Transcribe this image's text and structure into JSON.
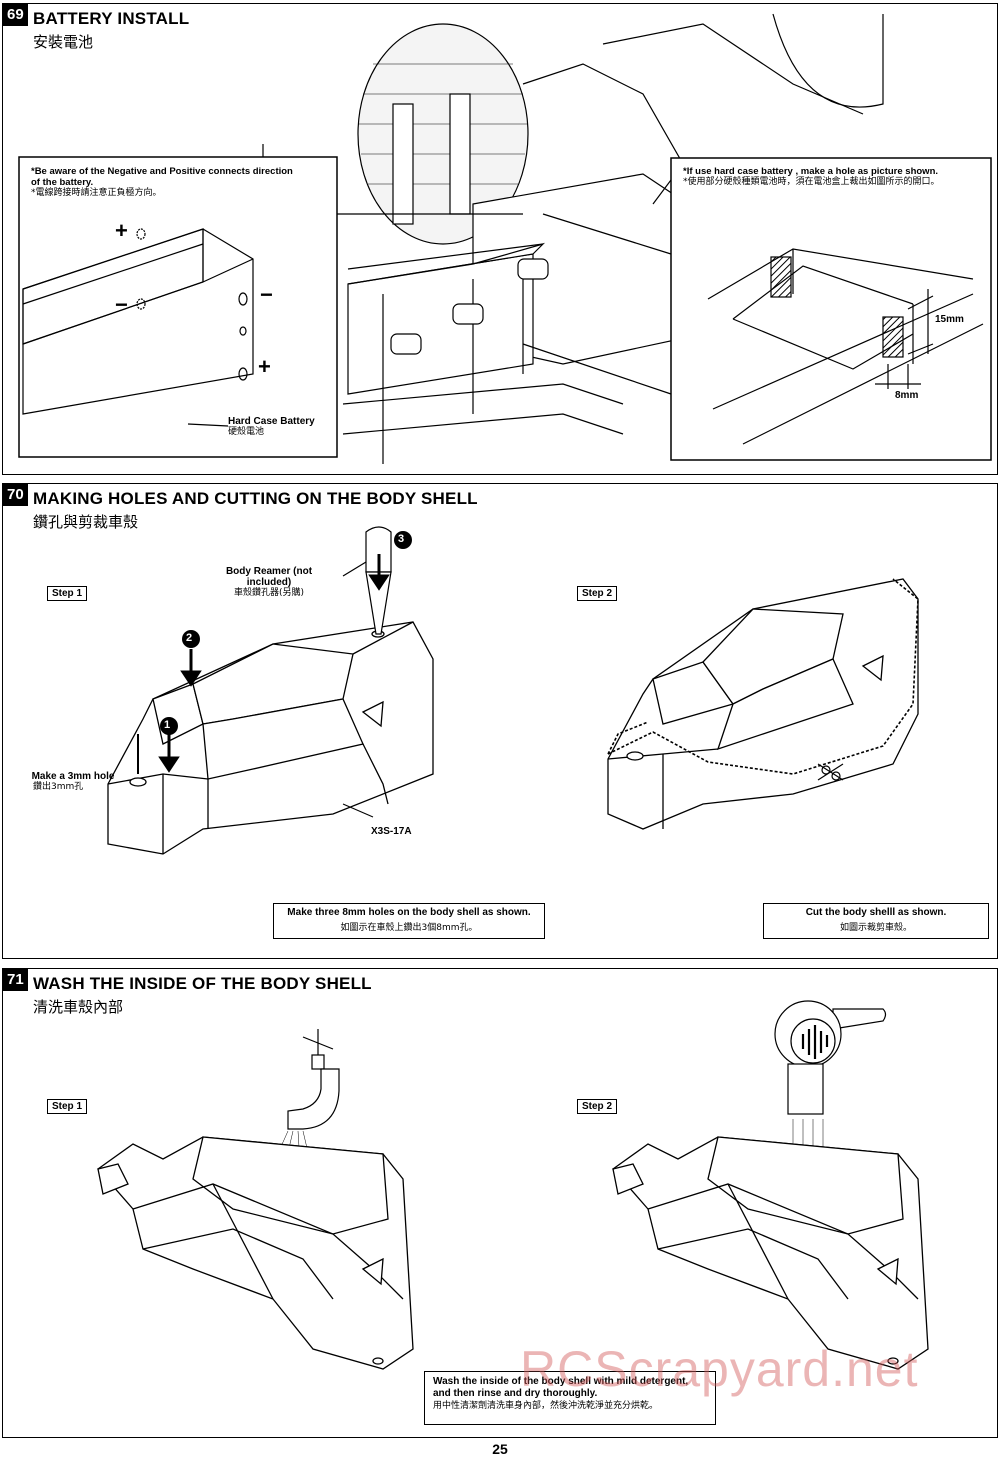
{
  "sections": [
    {
      "num": "69",
      "title_en": "BATTERY INSTALL",
      "title_zh": "安裝電池",
      "left_note_en": "*Be aware of the Negative and Positive connects direction of the battery.",
      "left_note_zh": "*電線跨接時請注意正負極方向。",
      "right_note_en": "*If use hard case battery , make a hole as picture shown.",
      "right_note_zh": "*使用部分硬殼種類電池時，須在電池盒上裁出如圖所示的開口。",
      "battery_label_en": "Hard Case Battery",
      "battery_label_zh": "硬殼電池",
      "dim_height": "15mm",
      "dim_width": "8mm",
      "plus_sign": "+",
      "minus_sign": "−"
    },
    {
      "num": "70",
      "title_en": "MAKING HOLES AND CUTTING ON THE BODY SHELL",
      "title_zh": "鑽孔與剪裁車殼",
      "step1": "Step 1",
      "step2": "Step 2",
      "reamer_en": "Body Reamer (not included)",
      "reamer_zh": "車殼鑽孔器(另購)",
      "hole_en": "Make a 3mm hole",
      "hole_zh": "鑽出3mm孔",
      "part_code": "X3S-17A",
      "marker_1": "1",
      "marker_2": "2",
      "marker_3": "3",
      "caption1_en": "Make three 8mm holes on the body shell as shown.",
      "caption1_zh": "如圖示在車殼上鑽出3個8mm孔。",
      "caption2_en": "Cut the body shelll as shown.",
      "caption2_zh": "如圖示裁剪車殼。"
    },
    {
      "num": "71",
      "title_en": "WASH THE INSIDE OF THE BODY SHELL",
      "title_zh": "清洗車殼內部",
      "step1": "Step 1",
      "step2": "Step 2",
      "wash_en": "Wash the inside of the body shell with mild detergent, and then rinse and dry thoroughly.",
      "wash_zh": "用中性清潔劑清洗車身內部，然後沖洗乾淨並充分烘乾。"
    }
  ],
  "page_number": "25",
  "watermark": "RCScrapyard.net"
}
